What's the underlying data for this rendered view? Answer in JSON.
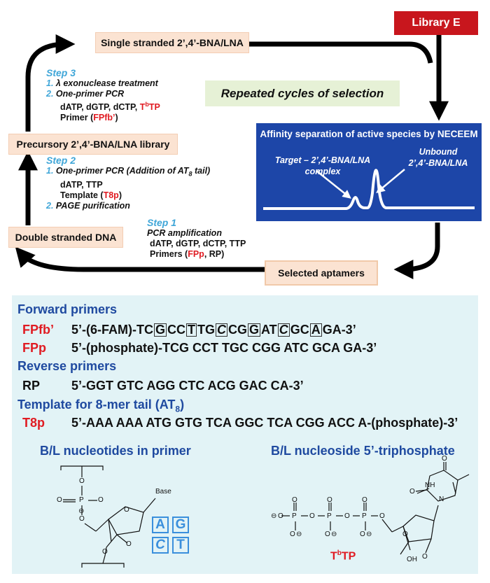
{
  "top": {
    "library": "Library E",
    "single_stranded": "Single stranded 2’,4’-BNA/LNA",
    "cycles": "Repeated cycles of selection",
    "precursory": "Precursory 2’,4’-BNA/LNA library",
    "double_stranded": "Double stranded DNA",
    "selected": "Selected aptamers",
    "neceem": {
      "title": "Affinity separation of active species by NECEEM",
      "complex_label_1": "Target – 2’,4’-BNA/LNA",
      "complex_label_2": "complex",
      "unbound_label_1": "Unbound",
      "unbound_label_2": "2’,4’-BNA/LNA"
    },
    "step3": {
      "title": "Step 3",
      "n1": "1.",
      "item1": "λ exonuclease treatment",
      "n2": "2.",
      "item2": "One-primer PCR",
      "line3a": "dATP, dGTP, dCTP, ",
      "line3b": "T",
      "line3b_sup": "b",
      "line3c": "TP",
      "line4a": "Primer (",
      "line4b": "FPfb’",
      "line4c": ")"
    },
    "step2": {
      "title": "Step 2",
      "n1": "1.",
      "item1": "One-primer PCR (Addition of AT",
      "item1_sub": "8",
      "item1_end": " tail)",
      "line2": "dATP, TTP",
      "line3a": "Template (",
      "line3b": "T8p",
      "line3c": ")",
      "n2": "2.",
      "item2": "PAGE purification"
    },
    "step1": {
      "title": "Step 1",
      "line1": "PCR amplification",
      "line2": "dATP, dGTP, dCTP, TTP",
      "line3a": "Primers (",
      "line3b": "FPp",
      "line3c": ", RP)"
    }
  },
  "bottom": {
    "forward_header": "Forward primers",
    "fpfb_name": "FPfb’",
    "fpfb_seq": [
      {
        "t": "5’-(6-FAM)-TC",
        "box": false,
        "it": false
      },
      {
        "t": "G",
        "box": true,
        "it": false
      },
      {
        "t": "CC",
        "box": false,
        "it": false
      },
      {
        "t": "T",
        "box": true,
        "it": false
      },
      {
        "t": "TG",
        "box": false,
        "it": false
      },
      {
        "t": "C",
        "box": true,
        "it": true
      },
      {
        "t": "CG",
        "box": false,
        "it": false
      },
      {
        "t": "G",
        "box": true,
        "it": false
      },
      {
        "t": "AT",
        "box": false,
        "it": false
      },
      {
        "t": "C",
        "box": true,
        "it": true
      },
      {
        "t": "GC",
        "box": false,
        "it": false
      },
      {
        "t": "A",
        "box": true,
        "it": false
      },
      {
        "t": "GA-3’",
        "box": false,
        "it": false
      }
    ],
    "fpp_name": "FPp",
    "fpp_seq": "5’-(phosphate)-TCG CCT TGC CGG ATC GCA GA-3’",
    "reverse_header": "Reverse primers",
    "rp_name": "RP",
    "rp_seq": "5’-GGT GTC AGG CTC ACG GAC CA-3’",
    "template_header_a": "Template for 8-mer tail (AT",
    "template_header_sub": "8",
    "template_header_b": ")",
    "t8p_name": "T8p",
    "t8p_seq": "5’-AAA AAA ATG GTG TCA GGC TCA CGG ACC A-(phosphate)-3’",
    "bl_primer_title": "B/L nucleotides in primer",
    "bl_triphosphate_title": "B/L nucleoside 5’-triphosphate",
    "nucleotides": [
      "A",
      "G",
      "C",
      "T"
    ],
    "chem": {
      "base": "Base",
      "o": "O",
      "p": "P",
      "oh": "OH",
      "n": "N",
      "nh": "NH",
      "minus": "⊖"
    },
    "tbtp_a": "T",
    "tbtp_sup": "b",
    "tbtp_c": "TP"
  },
  "colors": {
    "library_red": "#c8161d",
    "panel_blue": "#1d46a8",
    "step_cyan": "#3fa6d8",
    "highlight_red": "#e01b22",
    "peach": "#fbe3d2",
    "bottom_bg": "#e2f3f6",
    "cycle_green": "#e6f1d6"
  }
}
